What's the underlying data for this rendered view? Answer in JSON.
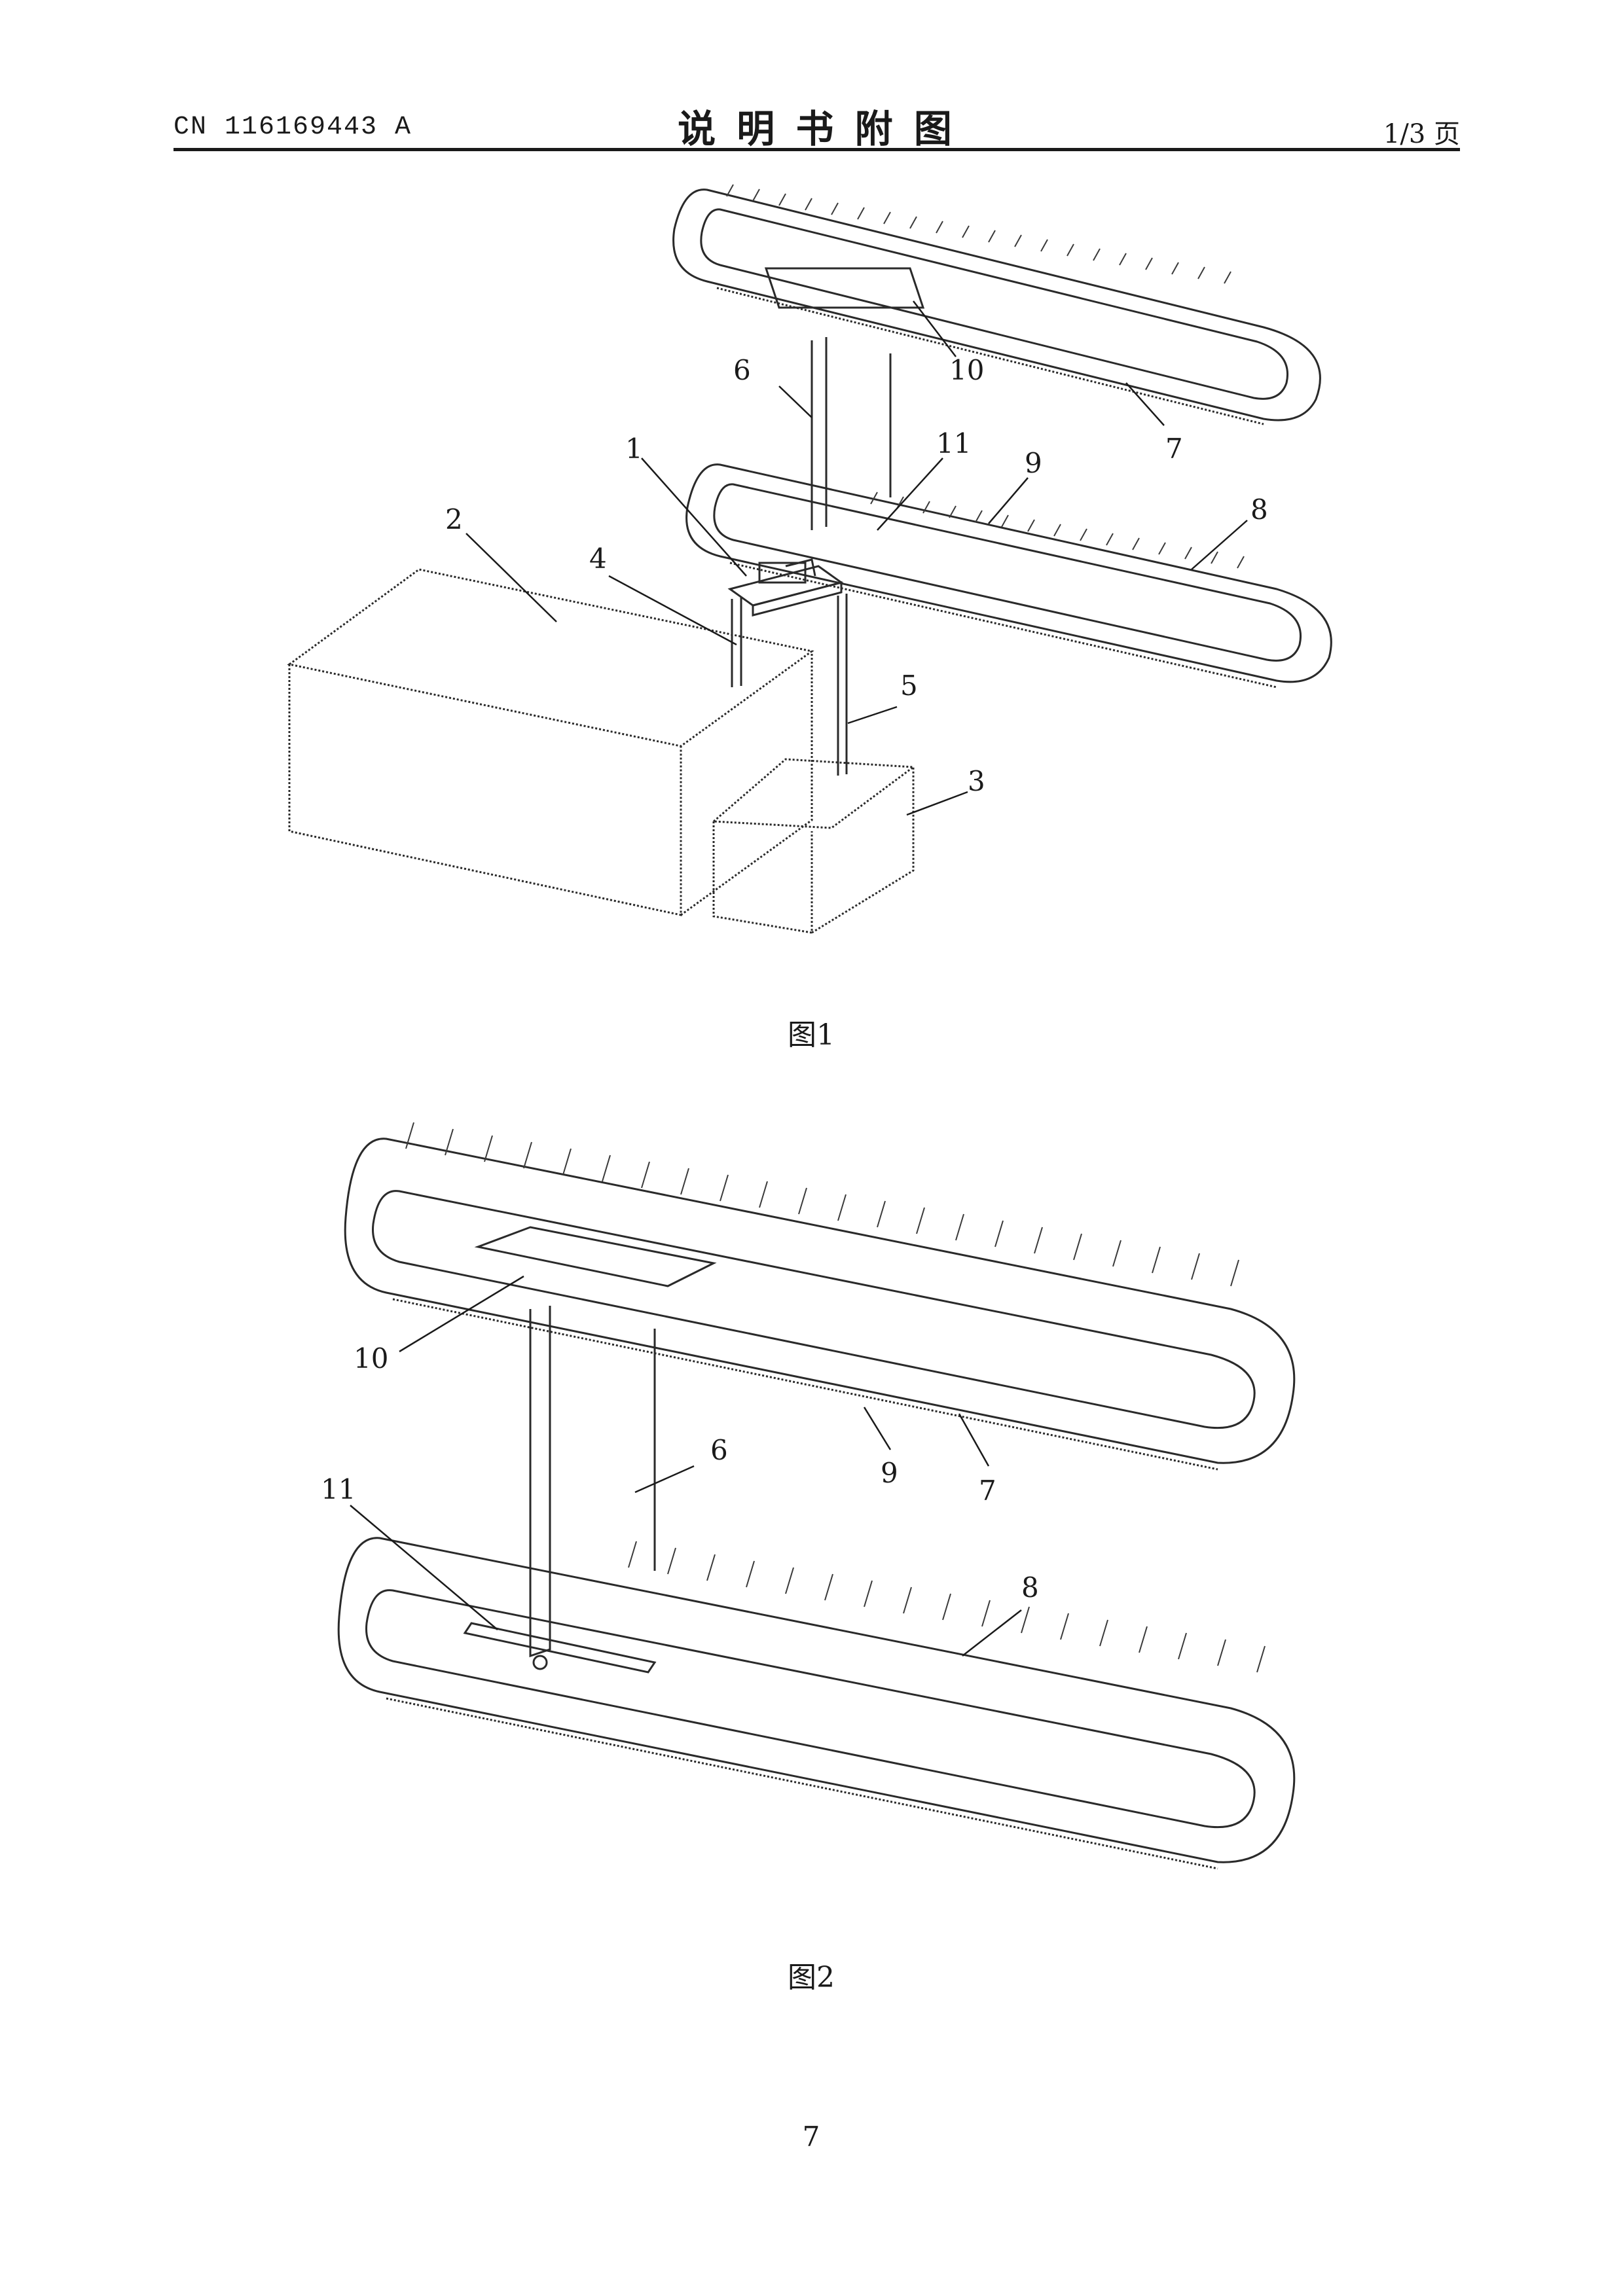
{
  "header": {
    "publication_number": "CN 116169443 A",
    "title": "说 明 书 附 图",
    "page_of": "1/3 页"
  },
  "figure1": {
    "caption": "图1",
    "labels": {
      "l1": "1",
      "l2": "2",
      "l3": "3",
      "l4": "4",
      "l5": "5",
      "l6": "6",
      "l7": "7",
      "l8": "8",
      "l9": "9",
      "l10": "10",
      "l11": "11"
    }
  },
  "figure2": {
    "caption": "图2",
    "labels": {
      "l6": "6",
      "l7": "7",
      "l8": "8",
      "l9": "9",
      "l10": "10",
      "l11": "11"
    }
  },
  "page_number": "7"
}
